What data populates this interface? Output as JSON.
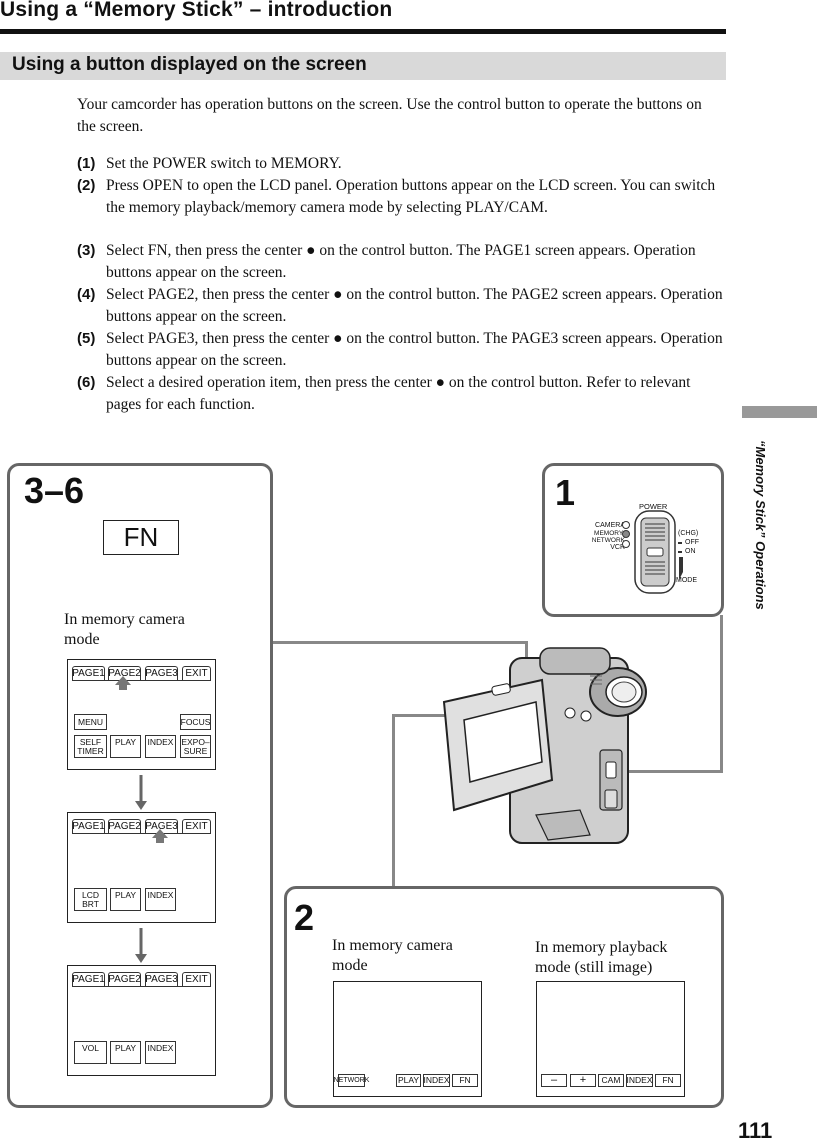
{
  "header": {
    "title": "Using a “Memory Stick” – introduction",
    "section_title": "Using a button displayed on the screen"
  },
  "intro": "Your camcorder has operation buttons on the screen. Use the control button to operate the buttons on the screen.",
  "steps": [
    {
      "num": "(1)",
      "text": "Set the POWER switch to MEMORY."
    },
    {
      "num": "(2)",
      "text": "Press OPEN to open the LCD panel. Operation buttons appear on the LCD screen. You can switch the memory playback/memory camera mode by selecting PLAY/CAM."
    },
    {
      "num": "(3)",
      "text": "Select FN, then press the center ● on the control button. The PAGE1 screen appears. Operation buttons appear on the screen."
    },
    {
      "num": "(4)",
      "text": "Select PAGE2, then press the center ● on the control button. The PAGE2 screen appears. Operation buttons appear on the screen."
    },
    {
      "num": "(5)",
      "text": "Select PAGE3, then press the center ● on the control button. The PAGE3 screen appears. Operation buttons appear on the screen."
    },
    {
      "num": "(6)",
      "text": "Select a desired operation item, then press the center ● on the control button. Refer to relevant pages for each function."
    }
  ],
  "side_label": "“Memory Stick” Operations",
  "page_number": "111",
  "panel_3_6": {
    "label": "3–6",
    "fn_button": "FN",
    "caption_line1": "In memory camera",
    "caption_line2": "mode",
    "screen1": {
      "tabs": [
        "PAGE1",
        "PAGE2",
        "PAGE3",
        "EXIT"
      ],
      "menu": "MENU",
      "focus": "FOCUS",
      "self_timer_1": "SELF",
      "self_timer_2": "TIMER",
      "play": "PLAY",
      "index": "INDEX",
      "exposure_1": "EXPO–",
      "exposure_2": "SURE"
    },
    "screen2": {
      "tabs": [
        "PAGE1",
        "PAGE2",
        "PAGE3",
        "EXIT"
      ],
      "lcd_1": "LCD",
      "lcd_2": "BRT",
      "play": "PLAY",
      "index": "INDEX"
    },
    "screen3": {
      "tabs": [
        "PAGE1",
        "PAGE2",
        "PAGE3",
        "EXIT"
      ],
      "vol": "VOL",
      "play": "PLAY",
      "index": "INDEX"
    }
  },
  "panel_1": {
    "label": "1",
    "power": "POWER",
    "camera": "CAMERA",
    "memory": "MEMORY/",
    "network": "NETWORK",
    "vcr": "VCR",
    "chg": "(CHG)",
    "off": "OFF",
    "on": "ON",
    "mode": "MODE"
  },
  "panel_2": {
    "label": "2",
    "cam_caption_1": "In memory camera",
    "cam_caption_2": "mode",
    "play_caption_1": "In memory playback",
    "play_caption_2": "mode (still image)",
    "cam_screen": {
      "network": "NETWORK",
      "play": "PLAY",
      "index": "INDEX",
      "fn": "FN"
    },
    "play_screen": {
      "minus": "–",
      "plus": "+",
      "cam": "CAM",
      "index": "INDEX",
      "fn": "FN"
    }
  }
}
